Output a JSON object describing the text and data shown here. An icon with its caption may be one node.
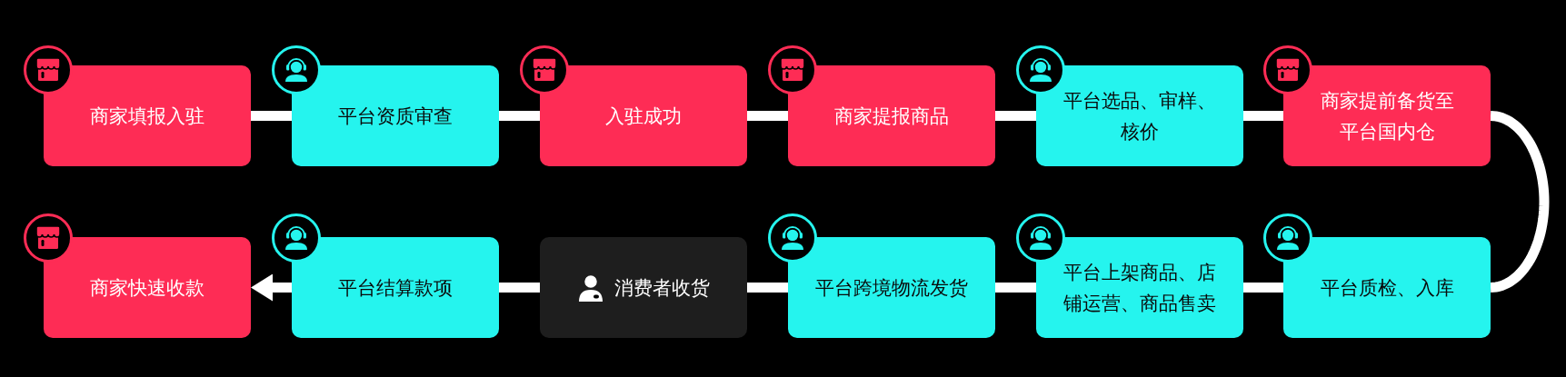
{
  "diagram": {
    "nodes": [
      {
        "text": [
          "商家填报入驻"
        ]
      },
      {
        "text": [
          "平台资质审查"
        ]
      },
      {
        "text": [
          "入驻成功"
        ]
      },
      {
        "text": [
          "商家提报商品"
        ]
      },
      {
        "text": [
          "平台选品、审样、核价"
        ]
      },
      {
        "text": [
          "商家提前备货至平台国内仓"
        ]
      },
      {
        "text": [
          "商家快速收款"
        ]
      },
      {
        "text": [
          "平台结算款项"
        ]
      },
      {
        "text": [
          "消费者收货"
        ]
      },
      {
        "text": [
          "平台跨境物流发货"
        ]
      },
      {
        "text": [
          "平台上架商品、店铺运营、商品售卖"
        ]
      },
      {
        "text": [
          "平台质检、入库"
        ]
      }
    ],
    "edges": [
      {
        "from": 0,
        "to": 1,
        "arrow": "none"
      },
      {
        "from": 1,
        "to": 2,
        "arrow": "none"
      },
      {
        "from": 2,
        "to": 3,
        "arrow": "none"
      },
      {
        "from": 3,
        "to": 4,
        "arrow": "none"
      },
      {
        "from": 4,
        "to": 5,
        "arrow": "none"
      },
      {
        "from": 5,
        "to": 11,
        "arrow": "none"
      },
      {
        "from": 11,
        "to": 10,
        "arrow": "none"
      },
      {
        "from": 10,
        "to": 9,
        "arrow": "none"
      },
      {
        "from": 9,
        "to": 8,
        "arrow": "none"
      },
      {
        "from": 8,
        "to": 7,
        "arrow": "none"
      },
      {
        "from": 7,
        "to": 6,
        "arrow": "to"
      }
    ]
  }
}
